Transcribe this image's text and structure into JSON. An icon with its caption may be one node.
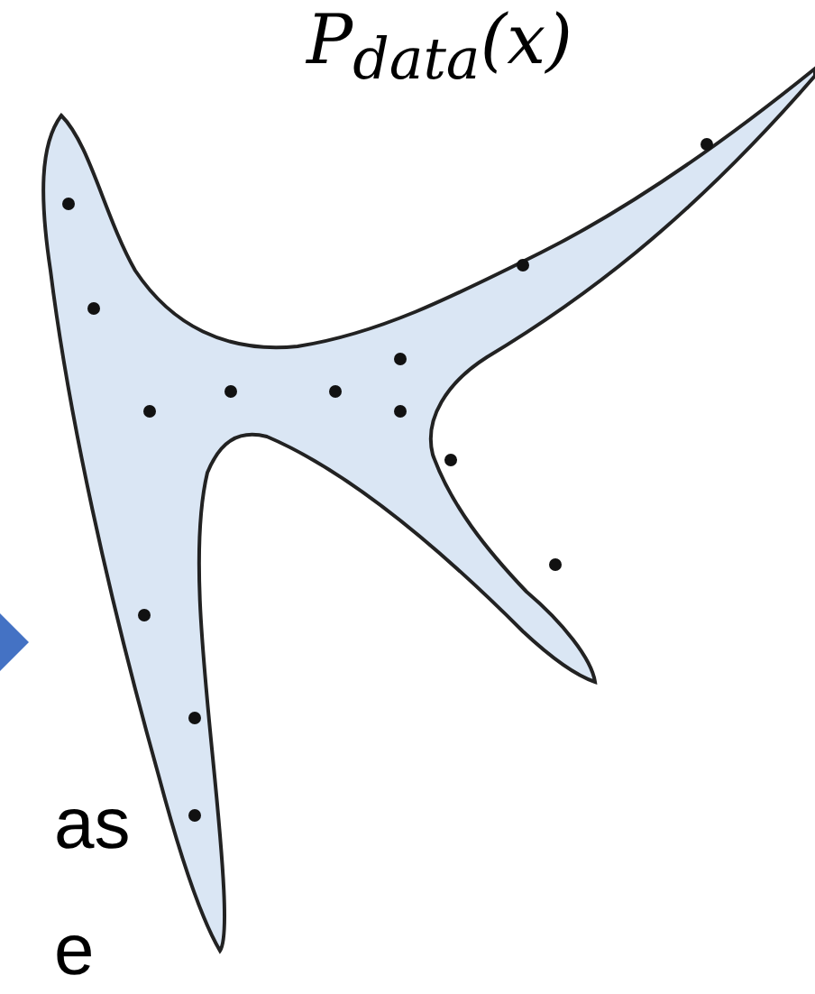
{
  "diagram": {
    "nodes": [
      {
        "text": [
          "P$_{data}$(x)"
        ]
      }
    ],
    "labels": [
      "as",
      "e"
    ]
  }
}
